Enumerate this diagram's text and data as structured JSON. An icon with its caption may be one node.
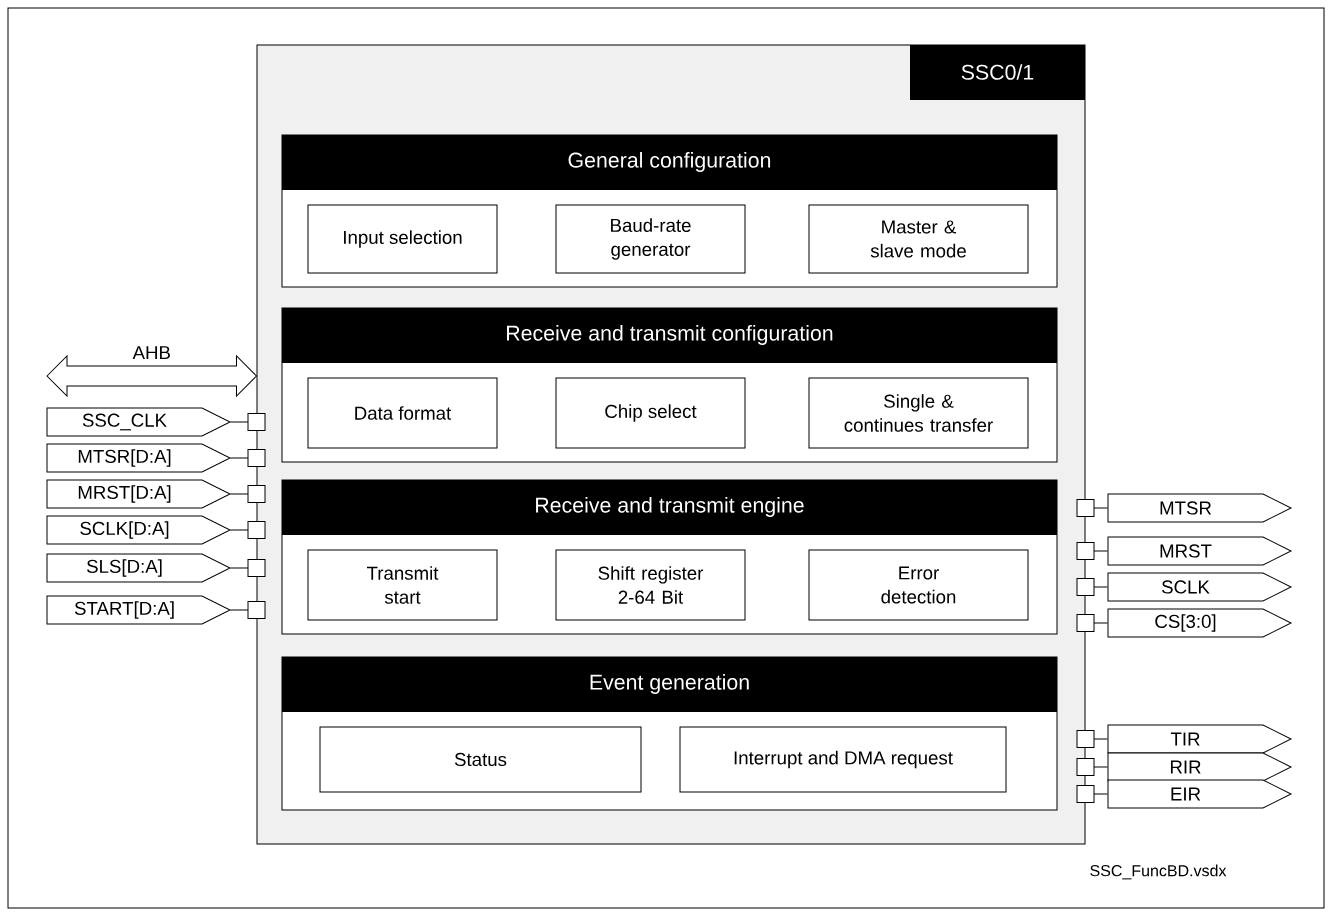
{
  "diagram": {
    "nodes": [
      {
        "text": [
          "SSC0/1"
        ]
      },
      {
        "text": [
          "General configuration"
        ],
        "in": 0
      },
      {
        "text": [
          "Input selection"
        ],
        "in": 1
      },
      {
        "text": [
          "Baud-rate generator"
        ],
        "in": 1
      },
      {
        "text": [
          "Master & slave mode"
        ],
        "in": 1
      },
      {
        "text": [
          "Receive and transmit configuration"
        ],
        "in": 0
      },
      {
        "text": [
          "Data format"
        ],
        "in": 5
      },
      {
        "text": [
          "Chip select"
        ],
        "in": 5
      },
      {
        "text": [
          "Single & continues transfer"
        ],
        "in": 5
      },
      {
        "text": [
          "Receive and transmit engine"
        ],
        "in": 0
      },
      {
        "text": [
          "Transmit start"
        ],
        "in": 9
      },
      {
        "text": [
          "Shift register 2-64 Bit"
        ],
        "in": 9
      },
      {
        "text": [
          "Error detection"
        ],
        "in": 9
      },
      {
        "text": [
          "Event generation"
        ],
        "in": 0
      },
      {
        "text": [
          "Status"
        ],
        "in": 13
      },
      {
        "text": [
          "Interrupt and DMA request"
        ],
        "in": 13
      },
      {
        "text": [
          "SSC_CLK"
        ]
      },
      {
        "text": [
          "MTSR[D:A]"
        ]
      },
      {
        "text": [
          "MRST[D:A]"
        ]
      },
      {
        "text": [
          "SCLK[D:A]"
        ]
      },
      {
        "text": [
          "SLS[D:A]"
        ]
      },
      {
        "text": [
          "START[D:A]"
        ]
      },
      {
        "text": [
          "MTSR"
        ]
      },
      {
        "text": [
          "MRST"
        ]
      },
      {
        "text": [
          "SCLK"
        ]
      },
      {
        "text": [
          "CS[3:0]"
        ]
      },
      {
        "text": [
          "TIR"
        ]
      },
      {
        "text": [
          "RIR"
        ]
      },
      {
        "text": [
          "EIR"
        ]
      }
    ],
    "edges": [
      {
        "from": null,
        "to": 0,
        "arrow": "both",
        "label": "AHB"
      },
      {
        "from": 16,
        "to": 0,
        "arrow": "other"
      },
      {
        "from": 17,
        "to": 0,
        "arrow": "other"
      },
      {
        "from": 18,
        "to": 0,
        "arrow": "other"
      },
      {
        "from": 19,
        "to": 0,
        "arrow": "other"
      },
      {
        "from": 20,
        "to": 0,
        "arrow": "other"
      },
      {
        "from": 21,
        "to": 0,
        "arrow": "other"
      },
      {
        "from": 22,
        "to": 0,
        "arrow": "other"
      },
      {
        "from": 23,
        "to": 0,
        "arrow": "other"
      },
      {
        "from": 24,
        "to": 0,
        "arrow": "other"
      },
      {
        "from": 25,
        "to": 0,
        "arrow": "other"
      },
      {
        "from": 26,
        "to": 0,
        "arrow": "other"
      },
      {
        "from": 27,
        "to": 0,
        "arrow": "other"
      },
      {
        "from": 28,
        "to": 0,
        "arrow": "other"
      }
    ],
    "labels": [
      "SSC_FuncBD.vsdx"
    ]
  }
}
